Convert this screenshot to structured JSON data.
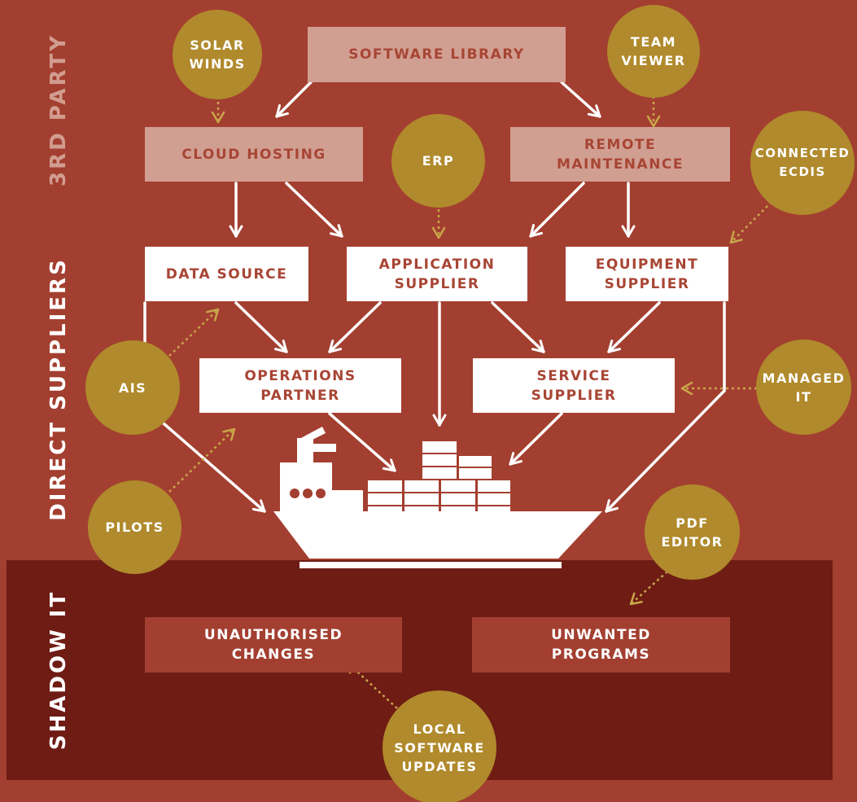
{
  "colors": {
    "background": "#a33f30",
    "shadow_panel": "#6e1c14",
    "third_party_box": "#d19f92",
    "direct_box": "#ffffff",
    "box_text": "#a84534",
    "circle": "#b08a2c",
    "dotted_arrow": "#c9a64a",
    "solid_arrow": "#ffffff"
  },
  "bands": {
    "third_party": "3RD PARTY",
    "direct_suppliers": "DIRECT SUPPLIERS",
    "shadow_it": "SHADOW IT"
  },
  "third_party_boxes": {
    "software_library": "SOFTWARE LIBRARY",
    "cloud_hosting": "CLOUD HOSTING",
    "remote_maintenance": "REMOTE\nMAINTENANCE"
  },
  "direct_boxes": {
    "data_source": "DATA SOURCE",
    "application_supplier": "APPLICATION\nSUPPLIER",
    "equipment_supplier": "EQUIPMENT\nSUPPLIER",
    "operations_partner": "OPERATIONS\nPARTNER",
    "service_supplier": "SERVICE\nSUPPLIER"
  },
  "shadow_boxes": {
    "unauthorised_changes": "UNAUTHORISED\nCHANGES",
    "unwanted_programs": "UNWANTED\nPROGRAMS"
  },
  "circles": {
    "solar_winds": "SOLAR\nWINDS",
    "team_viewer": "TEAM\nVIEWER",
    "erp": "ERP",
    "connected_ecdis": "CONNECTED\nECDIS",
    "ais": "AIS",
    "managed_it": "MANAGED\nIT",
    "pilots": "PILOTS",
    "pdf_editor": "PDF\nEDITOR",
    "local_software_updates": "LOCAL\nSOFTWARE\nUPDATES"
  },
  "icons": {
    "ship": "container-ship-icon"
  }
}
